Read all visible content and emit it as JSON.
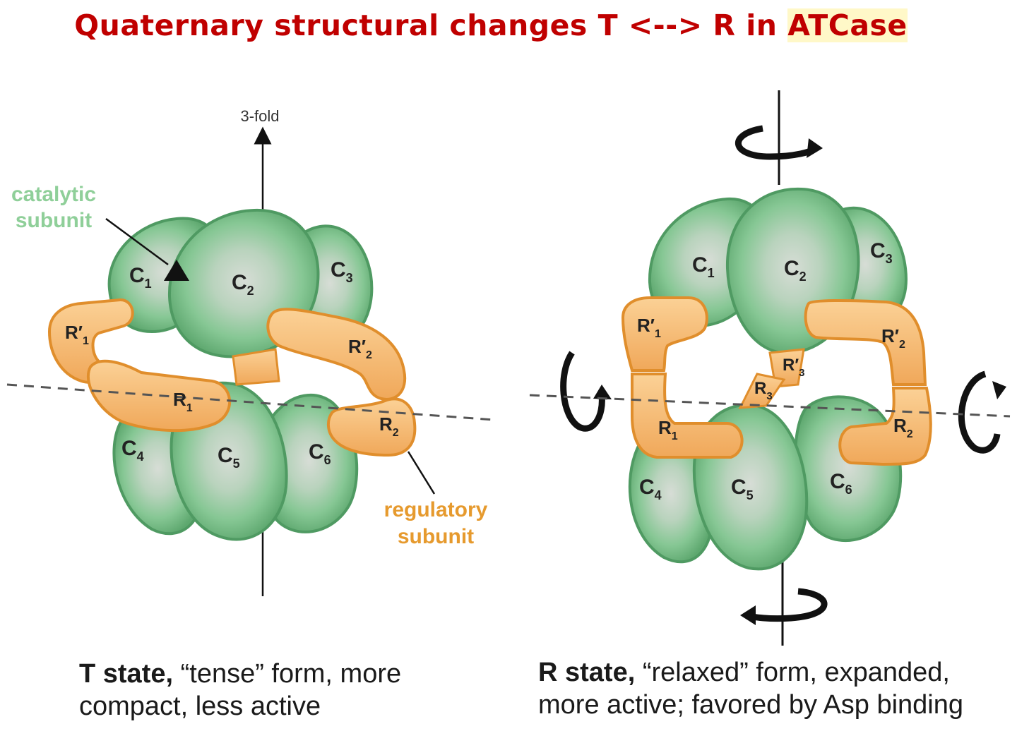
{
  "title": {
    "main": "Quaternary structural changes T <--> R in ",
    "highlight": "ATCase"
  },
  "t_state": {
    "axis_label": "3-fold",
    "catalytic_label_1": "catalytic",
    "catalytic_label_2": "subunit",
    "regulatory_label_1": "regulatory",
    "regulatory_label_2": "subunit",
    "caption_bold": "T state,",
    "caption_rest": " “tense” form, more",
    "caption_line2": "compact, less active"
  },
  "r_state": {
    "caption_bold": "R state,",
    "caption_rest": " “relaxed” form, expanded,",
    "caption_line2": "more active; favored by Asp binding"
  },
  "subunits": {
    "c1": "C",
    "c1s": "1",
    "c2": "C",
    "c2s": "2",
    "c3": "C",
    "c3s": "3",
    "c4": "C",
    "c4s": "4",
    "c5": "C",
    "c5s": "5",
    "c6": "C",
    "c6s": "6",
    "r1": "R",
    "r1s": "1",
    "r2": "R",
    "r2s": "2",
    "r3": "R",
    "r3s": "3",
    "r1p": "R′",
    "r1ps": "1",
    "r2p": "R′",
    "r2ps": "2",
    "r3p": "R′",
    "r3ps": "3"
  },
  "colors": {
    "title": "#c00000",
    "catalytic": "#7fc48e",
    "catalytic_label": "#8fcf99",
    "regulatory": "#f5b55e",
    "regulatory_label": "#e69a2e"
  }
}
